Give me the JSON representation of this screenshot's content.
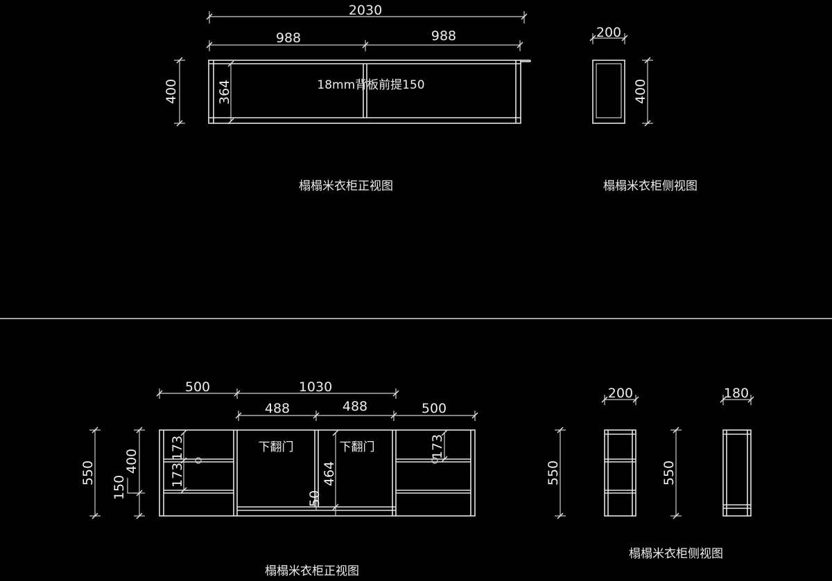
{
  "top": {
    "front": {
      "dims": {
        "total": "2030",
        "left": "988",
        "right": "988",
        "height": "400",
        "inner_height": "364"
      },
      "note": "18mm背板前提150",
      "caption": "榻榻米衣柜正视图"
    },
    "side": {
      "dims": {
        "depth": "200",
        "height": "400"
      },
      "caption": "榻榻米衣柜侧视图"
    }
  },
  "bottom": {
    "front": {
      "dims": {
        "left_width": "500",
        "middle_width": "1030",
        "mid_left": "488",
        "mid_right": "488",
        "right_width": "500",
        "total_height": "550",
        "upper_height": "400",
        "base_height": "150",
        "shelf_upper": "173",
        "shelf_lower": "173",
        "door_height": "464",
        "small_gap": "50",
        "right_shelf": "173"
      },
      "door_label_left": "下翻门",
      "door_label_right": "下翻门",
      "caption": "榻榻米衣柜正视图"
    },
    "side": {
      "dims": {
        "depth_a": "200",
        "height_a": "550",
        "depth_b": "180",
        "height_b": "550"
      },
      "caption": "榻榻米衣柜侧视图"
    }
  }
}
